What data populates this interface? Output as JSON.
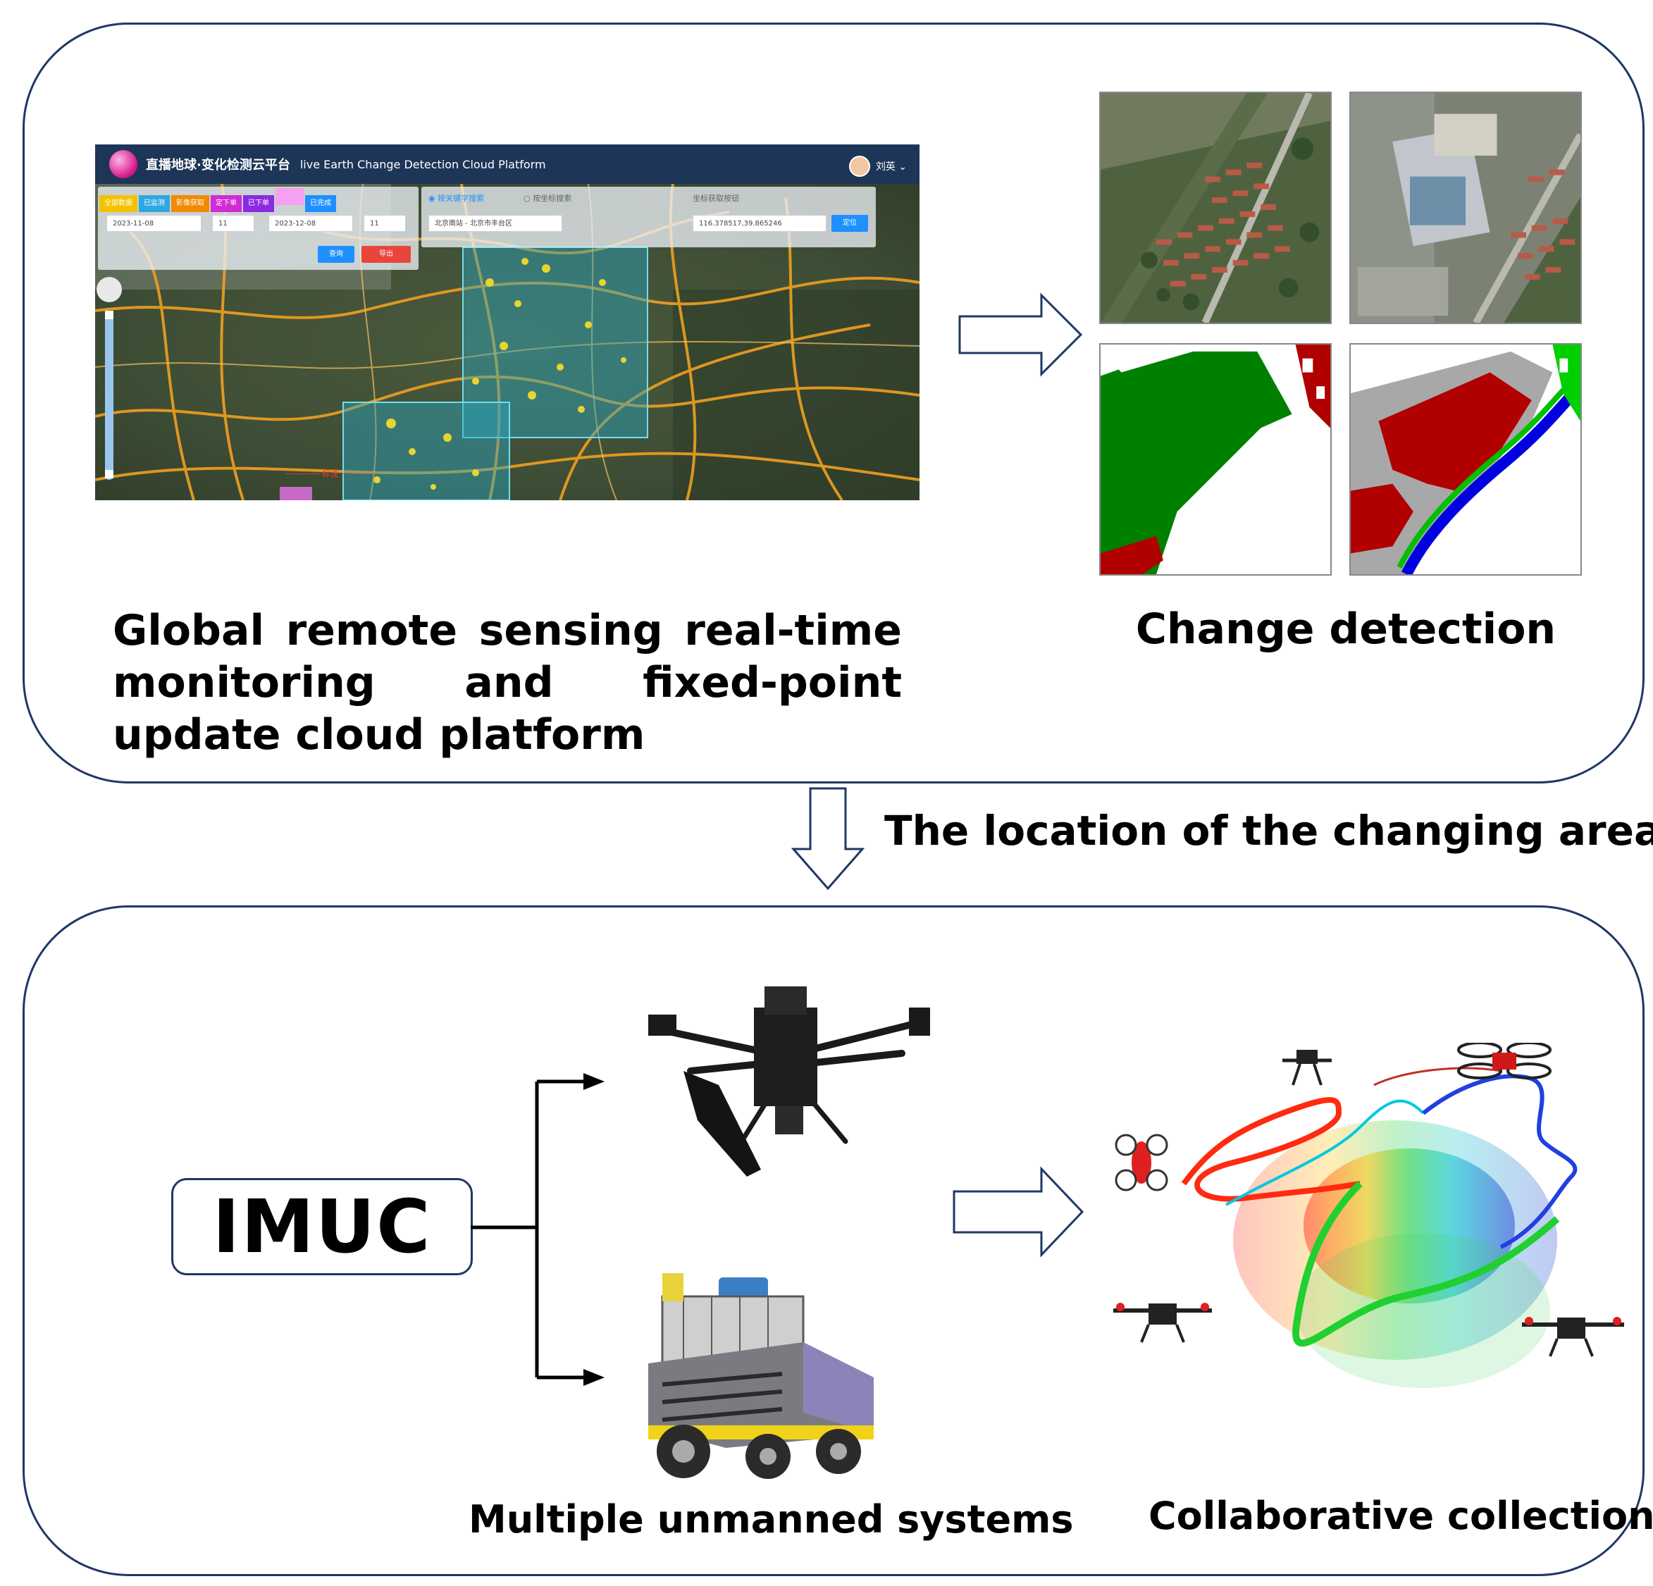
{
  "captions": {
    "global_platform": "Global remote sensing real-time monitoring and fixed-point update cloud platform",
    "change_detection": "Change detection",
    "change_location": "The location of the changing area",
    "multiple_systems": "Multiple unmanned systems",
    "collaborative_collection": "Collaborative collection"
  },
  "imuc_label": "IMUC",
  "platform": {
    "title_cn": "直播地球·变化检测云平台",
    "title_en": "live Earth Change Detection Cloud Platform",
    "user": "刘英 ⌄",
    "search_radio": "◉ 按关键字搜索",
    "coord_radio": "○ 按坐标搜索",
    "coord_label": "坐标获取按钮",
    "date_start": "2023-11-08",
    "date_end": "2023-12-08",
    "hour_start": "11",
    "hour_end": "11",
    "place": "北京南站 - 北京市丰台区",
    "coords": "116.378517,39.865246",
    "locate_btn": "定位",
    "query_btn": "查询",
    "export_btn": "导出",
    "chips": [
      {
        "label": "全部数据",
        "color": "#f2c200"
      },
      {
        "label": "已监测",
        "color": "#2fa8e0"
      },
      {
        "label": "影像获取",
        "color": "#f08a00"
      },
      {
        "label": "定下单",
        "color": "#d22bd6"
      },
      {
        "label": "已下单",
        "color": "#8a2be2"
      },
      {
        "label": "",
        "color": "#f5a0f0"
      },
      {
        "label": "已完成",
        "color": "#1e90ff"
      }
    ]
  },
  "colors": {
    "panel_border": "#1f3864",
    "mask_red": "#b00000",
    "mask_green": "#008000",
    "mask_gray": "#a8a8a8",
    "mask_blue": "#0000e0"
  }
}
